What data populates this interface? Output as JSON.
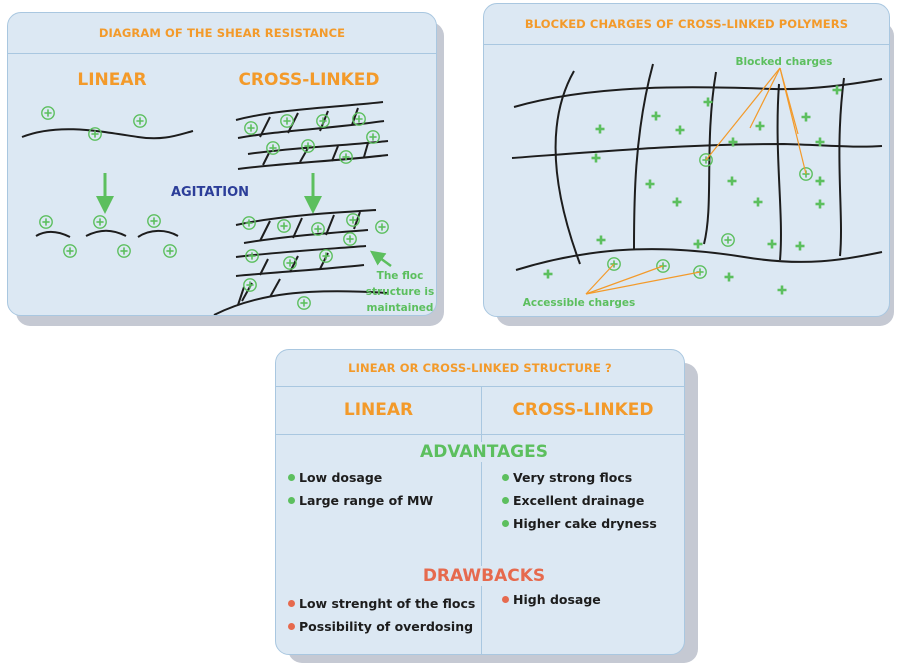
{
  "colors": {
    "panel_bg": "#dce8f3",
    "panel_border": "#a9c7e0",
    "shadow": "#c5c9d3",
    "title_orange": "#f39a2a",
    "charge_green": "#5cbf5e",
    "agitation_blue": "#2c3e99",
    "drawback_red": "#e66a4e"
  },
  "panel1": {
    "title": "DIAGRAM OF THE SHEAR RESISTANCE",
    "col_linear": "LINEAR",
    "col_crosslinked": "CROSS-LINKED",
    "agitation_label": "AGITATION",
    "annotation_line1": "The floc",
    "annotation_line2": "structure is",
    "annotation_line3": "maintained",
    "charge_symbol": "+"
  },
  "panel2": {
    "title": "BLOCKED CHARGES OF CROSS-LINKED POLYMERS",
    "blocked_label": "Blocked charges",
    "accessible_label": "Accessible charges",
    "charge_symbol": "+"
  },
  "panel3": {
    "title": "LINEAR OR CROSS-LINKED STRUCTURE ?",
    "col_linear": "LINEAR",
    "col_crosslinked": "CROSS-LINKED",
    "advantages_title": "ADVANTAGES",
    "drawbacks_title": "DRAWBACKS",
    "linear_advantages": [
      "Low dosage",
      "Large range of MW"
    ],
    "crosslinked_advantages": [
      "Very strong flocs",
      "Excellent drainage",
      "Higher cake dryness"
    ],
    "linear_drawbacks": [
      "Low strenght of the flocs",
      "Possibility of overdosing"
    ],
    "crosslinked_drawbacks": [
      "High dosage"
    ]
  }
}
